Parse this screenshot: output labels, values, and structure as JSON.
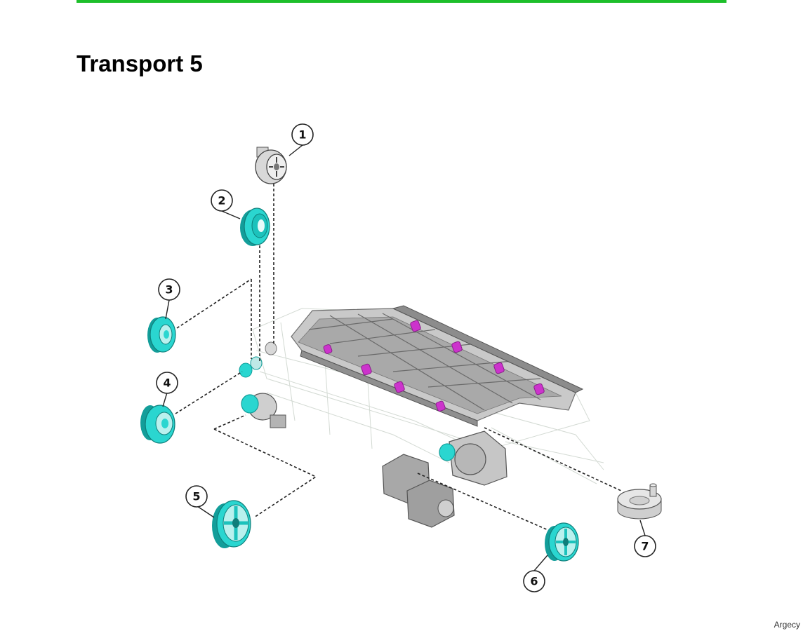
{
  "header": {
    "title": "Transport 5",
    "rule_color": "#1dbf2a"
  },
  "diagram": {
    "callouts": [
      {
        "number": "1"
      },
      {
        "number": "2"
      },
      {
        "number": "3"
      },
      {
        "number": "4"
      },
      {
        "number": "5"
      },
      {
        "number": "6"
      },
      {
        "number": "7"
      }
    ],
    "part_colors": {
      "highlight": "#2ad6d0",
      "highlight_dark": "#139e9a",
      "roller": "#cc33cc",
      "frame": "#9a9a9a",
      "gear_gray": "#d8d8d8"
    }
  },
  "footer": {
    "watermark": "Argecy"
  }
}
